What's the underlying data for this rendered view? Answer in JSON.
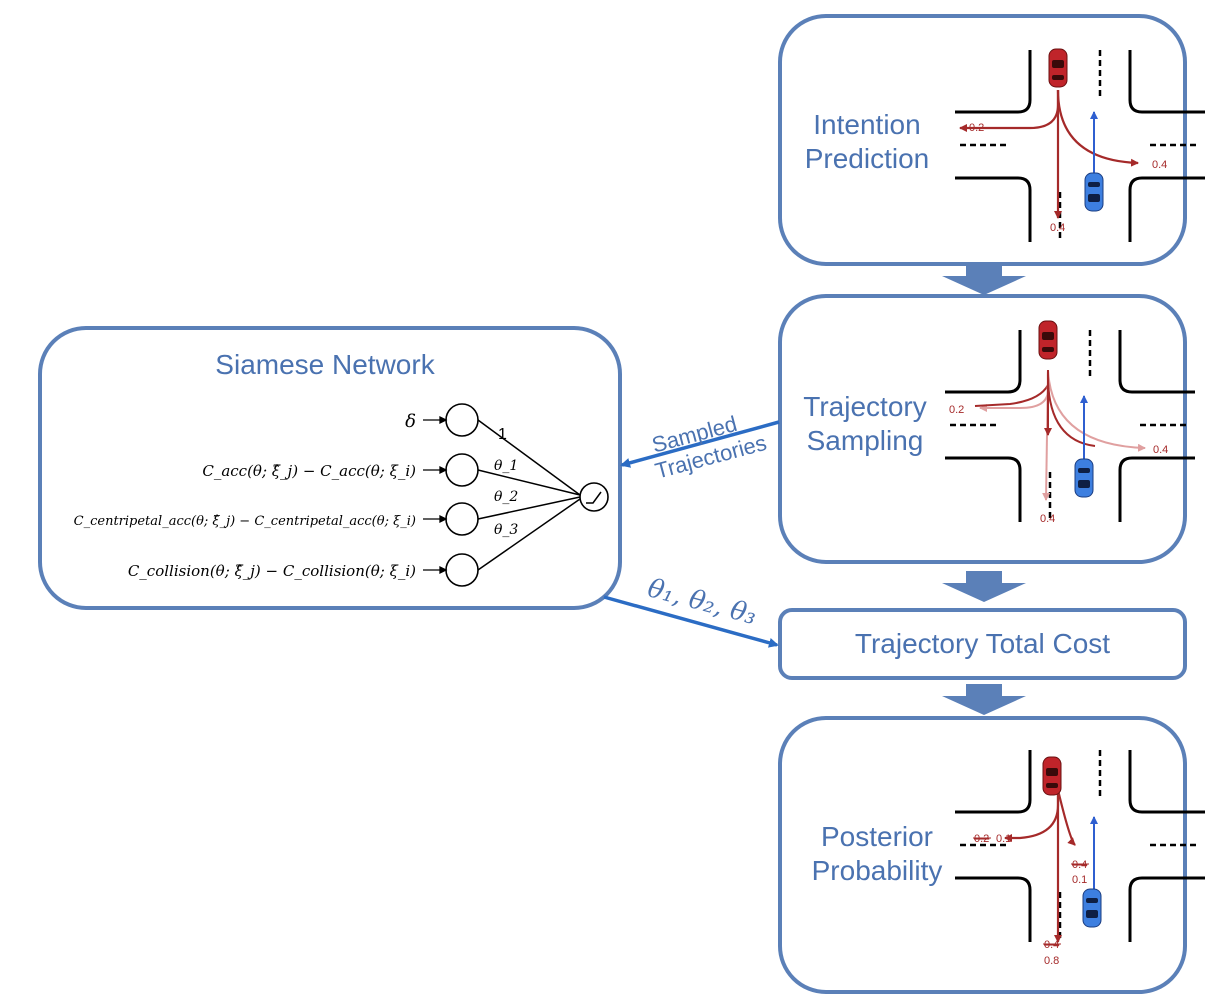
{
  "siamese": {
    "title": "Siamese Network",
    "inputs": [
      {
        "label": "δ",
        "weight": "1"
      },
      {
        "label": "C_acc(θ; ξ̂_j) − C_acc(θ; ξ_i)",
        "weight": "θ_1"
      },
      {
        "label": "C_centripetal_acc(θ; ξ̂_j) − C_centripetal_acc(θ; ξ_i)",
        "weight": "θ_2"
      },
      {
        "label": "C_collision(θ; ξ̂_j) − C_collision(θ; ξ_i)",
        "weight": "θ_3"
      }
    ]
  },
  "intention": {
    "title_line1": "Intention",
    "title_line2": "Prediction",
    "probs": {
      "left": "0.2",
      "right": "0.4",
      "straight": "0.4"
    }
  },
  "sampling": {
    "title_line1": "Trajectory",
    "title_line2": "Sampling",
    "probs": {
      "left": "0.2",
      "right": "0.4",
      "straight": "0.4"
    }
  },
  "total_cost": {
    "title": "Trajectory Total Cost"
  },
  "posterior": {
    "title_line1": "Posterior",
    "title_line2": "Probability",
    "probs": {
      "left_old": "0.2",
      "left_new": "0.1",
      "right_old": "0.4",
      "right_new": "0.1",
      "straight_old": "0.4",
      "straight_new": "0.8"
    }
  },
  "arrows": {
    "sampled_line1": "Sampled",
    "sampled_line2": "Trajectories",
    "thetas": "θ₁, θ₂, θ₃"
  },
  "colors": {
    "box_border": "#5b80b8",
    "label_text": "#4a72b0",
    "red_car": "#c0242a",
    "blue_car": "#3d7fe0",
    "traj_red": "#a52a2a",
    "traj_blue": "#2f5fd0"
  }
}
